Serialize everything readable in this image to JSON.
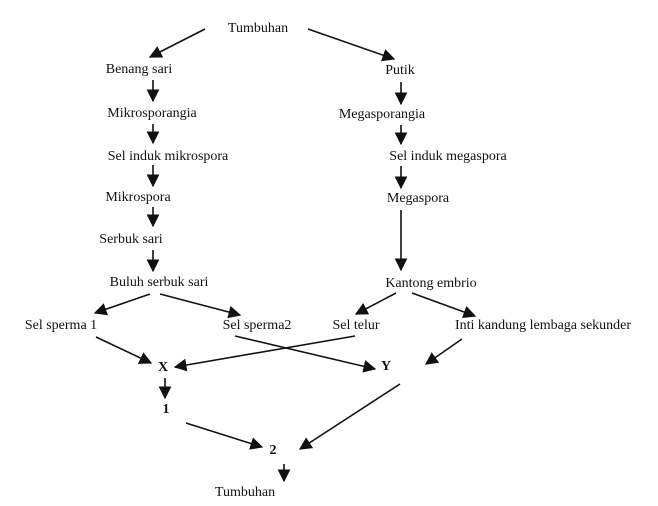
{
  "diagram": {
    "nodes": {
      "root": "Tumbuhan",
      "stamen": "Benang sari",
      "microsporangia": "Mikrosporangia",
      "microspore_mother": "Sel induk mikrospora",
      "microspore": "Mikrospora",
      "pollen": "Serbuk sari",
      "pollen_tube": "Buluh serbuk sari",
      "sperm1": "Sel sperma 1",
      "sperm2": "Sel sperma2",
      "pistil": "Putik",
      "megasporangia": "Megasporangia",
      "megaspore_mother": "Sel induk megaspora",
      "megaspore": "Megaspora",
      "embryo_sac": "Kantong embrio",
      "egg_cell": "Sel telur",
      "secondary_nucleus": "Inti kandung lembaga sekunder",
      "x": "X",
      "y": "Y",
      "one": "1",
      "two": "2",
      "result": "Tumbuhan"
    },
    "arrow_color": "#111111",
    "text_color": "#111111"
  }
}
